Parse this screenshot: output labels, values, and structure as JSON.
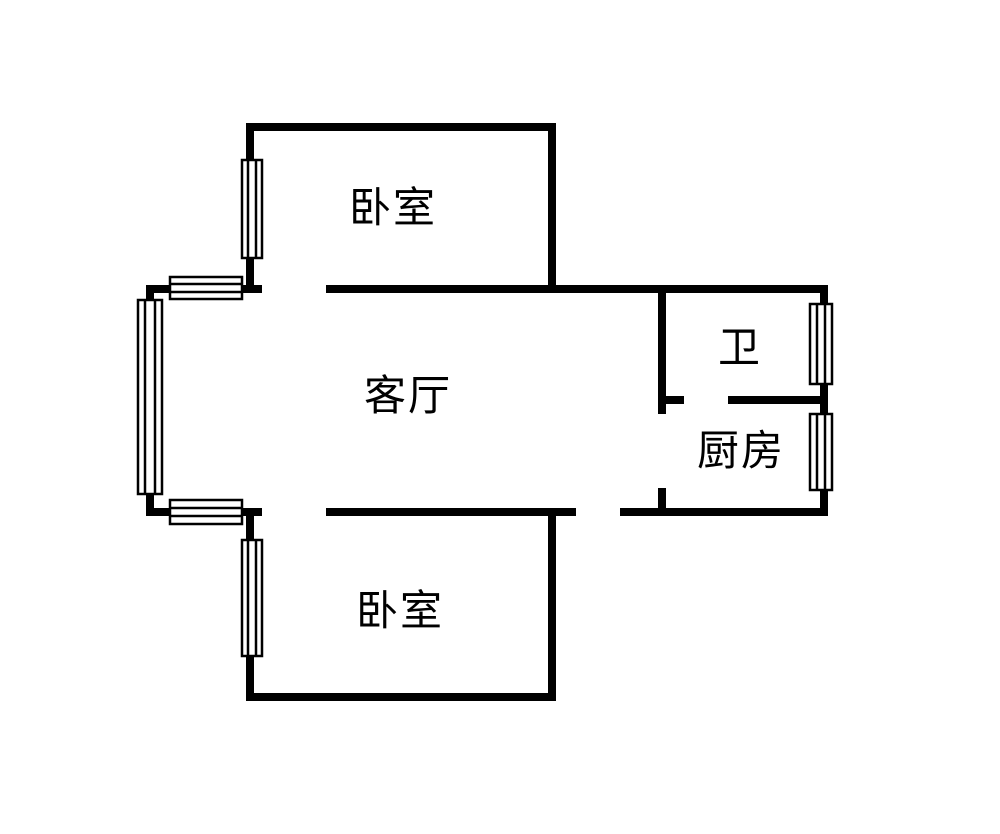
{
  "rooms": {
    "bedroom_top": "卧室",
    "living_room": "客厅",
    "bathroom": "卫",
    "kitchen": "厨房",
    "bedroom_bottom": "卧室"
  },
  "colors": {
    "wall": "#000000",
    "background": "#ffffff"
  }
}
